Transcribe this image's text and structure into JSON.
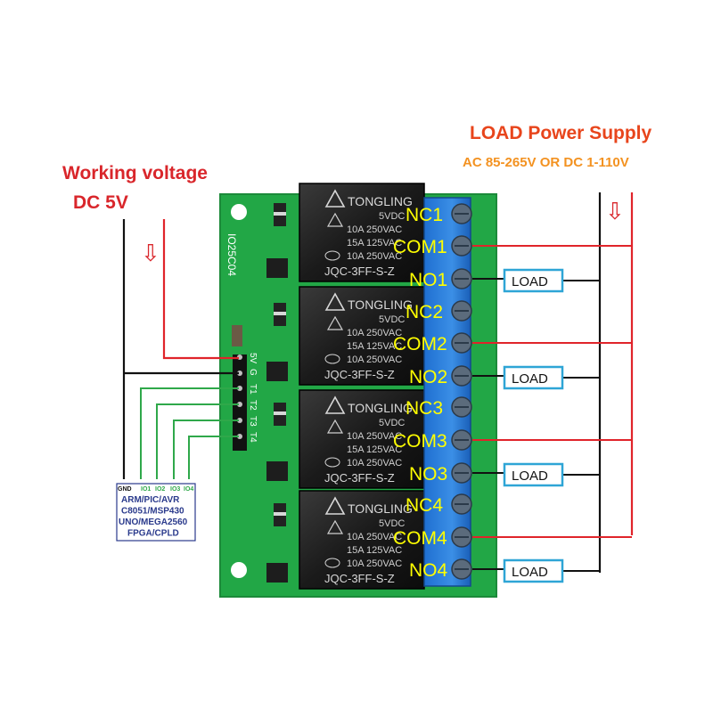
{
  "left_heading": {
    "line1": "Working voltage",
    "line2": "DC 5V",
    "color": "#d9262b"
  },
  "right_heading": {
    "line1": "LOAD Power Supply",
    "line2": "AC 85-265V OR DC 1-110V",
    "color1": "#e8451c",
    "color2": "#f39221"
  },
  "arrow_symbol": "⇩",
  "board": {
    "silkscreen_id": "IO25C04",
    "pin_labels": [
      "5V",
      "G",
      "T1",
      "T2",
      "T3",
      "T4"
    ],
    "color": "#22a746"
  },
  "relays": [
    {
      "brand": "TONGLING",
      "voltage": "5VDC",
      "rating1": "10A 250VAC",
      "rating2": "15A 125VAC",
      "rating3": "10A 250VAC",
      "model": "JQC-3FF-S-Z"
    },
    {
      "brand": "TONGLING",
      "voltage": "5VDC",
      "rating1": "10A 250VAC",
      "rating2": "15A 125VAC",
      "rating3": "10A 250VAC",
      "model": "JQC-3FF-S-Z"
    },
    {
      "brand": "TONGLING",
      "voltage": "5VDC",
      "rating1": "10A 250VAC",
      "rating2": "15A 125VAC",
      "rating3": "10A 250VAC",
      "model": "JQC-3FF-S-Z"
    },
    {
      "brand": "TONGLING",
      "voltage": "5VDC",
      "rating1": "10A 250VAC",
      "rating2": "15A 125VAC",
      "rating3": "10A 250VAC",
      "model": "JQC-3FF-S-Z"
    }
  ],
  "terminals": [
    "NC1",
    "COM1",
    "NO1",
    "NC2",
    "COM2",
    "NO2",
    "NC3",
    "COM3",
    "NO3",
    "NC4",
    "COM4",
    "NO4"
  ],
  "terminal_label_color": "#ffff00",
  "load_label": "LOAD",
  "mcu_box": {
    "pins": [
      "GND",
      "IO1",
      "IO2",
      "IO3",
      "IO4"
    ],
    "lines": [
      "ARM/PIC/AVR",
      "C8051/MSP430",
      "UNO/MEGA2560",
      "FPGA/CPLD"
    ],
    "color": "#2a3a8c"
  },
  "wire_colors": {
    "power": "#e0242a",
    "ground": "#111111",
    "signal": "#2fa84a",
    "load": "#111111"
  }
}
